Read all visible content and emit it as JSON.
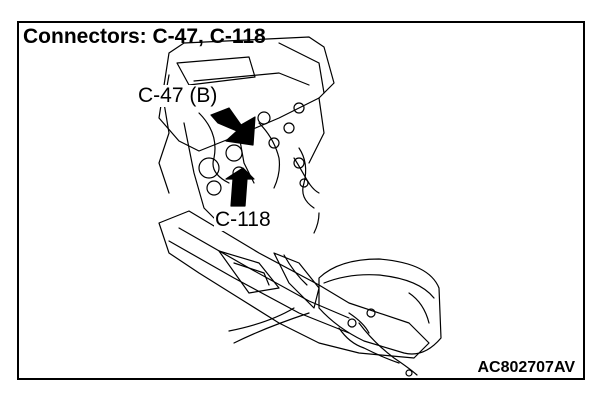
{
  "title": "Connectors: C-47, C-118",
  "callouts": {
    "c47": "C-47 (B)",
    "c118": "C-118"
  },
  "figure_code": "AC802707AV",
  "colors": {
    "line": "#000000",
    "background": "#ffffff"
  }
}
